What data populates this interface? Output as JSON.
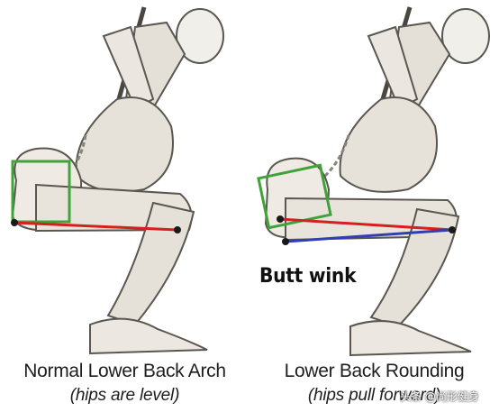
{
  "left": {
    "caption": "Normal Lower Back Arch",
    "subcaption": "(hips are level)"
  },
  "right": {
    "caption": "Lower Back Rounding",
    "subcaption": "(hips pull forward)",
    "annotation": "Butt wink"
  },
  "watermark": "头条 @尚形健身",
  "colors": {
    "box": "#3fa33a",
    "level_line": "#d32020",
    "tilt_line": "#3040b0",
    "skin": "#e9e6df",
    "outline": "#5a5650"
  }
}
